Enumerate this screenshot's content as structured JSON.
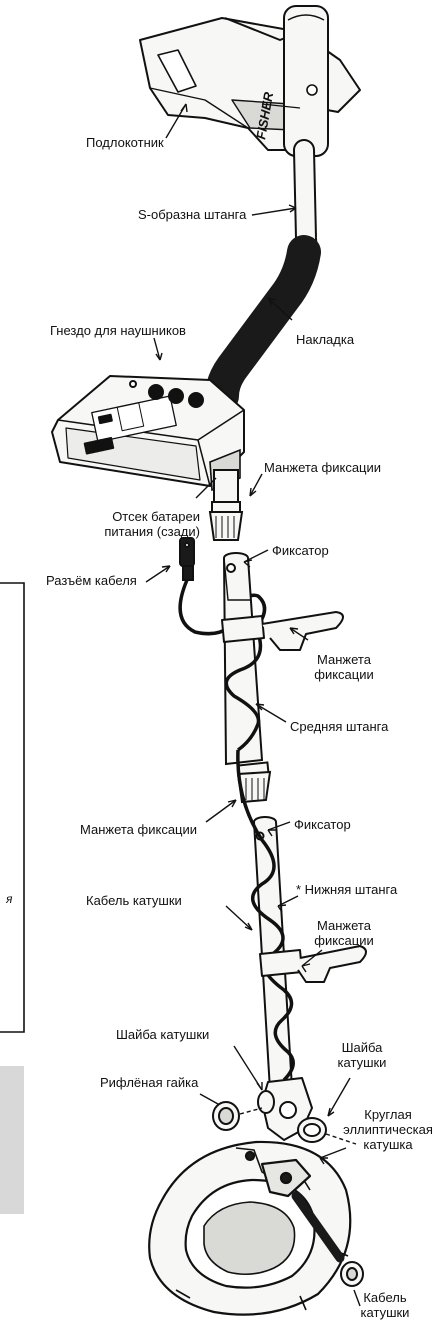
{
  "labels": {
    "armrest": "Подлокотник",
    "s_shaft": "S-образна штанга",
    "headphone_jack": "Гнездо для наушников",
    "pad": "Накладка",
    "lock_cuff_1": "Манжета фиксации",
    "battery_line1": "Отсек батареи",
    "battery_line2": "питания (сзади)",
    "cable_connector": "Разъём кабеля",
    "latch_1": "Фиксатор",
    "lock_cuff_2_line1": "Манжета",
    "lock_cuff_2_line2": "фиксации",
    "middle_shaft": "Средняя штанга",
    "lock_cuff_3": "Манжета фиксации",
    "latch_2": "Фиксатор",
    "lower_shaft": "* Нижняя штанга",
    "coil_cable": "Кабель катушки",
    "lock_cuff_4_line1": "Манжета",
    "lock_cuff_4_line2": "фиксации",
    "coil_washer_left": "Шайба катушки",
    "coil_washer_right_line1": "Шайба",
    "coil_washer_right_line2": "катушки",
    "knurled_nut": "Рифлёная гайка",
    "coil_line1": "Круглая",
    "coil_line2": "эллиптическая",
    "coil_line3": "катушка",
    "coil_cable_bottom_line1": "Кабель",
    "coil_cable_bottom_line2": "катушки",
    "brand_logo": "FISHER",
    "side_glyph": "я"
  },
  "colors": {
    "outline": "#111111",
    "fill": "#f7f7f5",
    "shade": "#d9d9d6",
    "grip": "#1a1a1a",
    "gray_box": "#d8d8d8"
  }
}
